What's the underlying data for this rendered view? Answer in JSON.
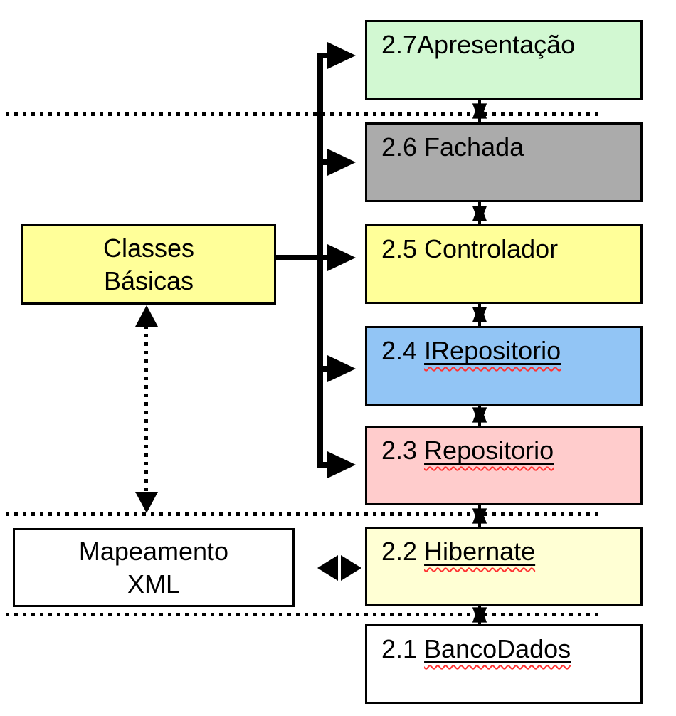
{
  "diagram": {
    "layers": [
      {
        "prefix": "2.7",
        "name": "Apresentação",
        "color": "#d2f8d2",
        "underlined": false
      },
      {
        "prefix": "2.6 ",
        "name": "Fachada",
        "color": "#ababab",
        "underlined": false
      },
      {
        "prefix": "2.5 ",
        "name": "Controlador",
        "color": "#ffff99",
        "underlined": false
      },
      {
        "prefix": "2.4 ",
        "name": "IRepositorio",
        "color": "#92c5f5",
        "underlined": true
      },
      {
        "prefix": "2.3 ",
        "name": "Repositorio",
        "color": "#ffcccc",
        "underlined": true
      },
      {
        "prefix": "2.2 ",
        "name": "Hibernate",
        "color": "#ffffd4",
        "underlined": true
      },
      {
        "prefix": "2.1 ",
        "name": "BancoDados",
        "color": "#ffffff",
        "underlined": true
      }
    ],
    "side_boxes": {
      "classes_basicas": {
        "line1": "Classes",
        "line2": "Básicas",
        "color": "#ffff99"
      },
      "mapeamento_xml": {
        "line1": "Mapeamento",
        "line2": "XML",
        "color": "#ffffff"
      }
    },
    "icons": {
      "star_connector": "six-pointed-star",
      "arrowhead": "solid-right-arrowhead",
      "diamond": "double-arrowhead-diamond",
      "double_arrow": "dotted-vertical-double-arrow"
    },
    "colors": {
      "line": "#000000",
      "spellcheck_underline": "#ff3333",
      "background": "#ffffff"
    }
  }
}
